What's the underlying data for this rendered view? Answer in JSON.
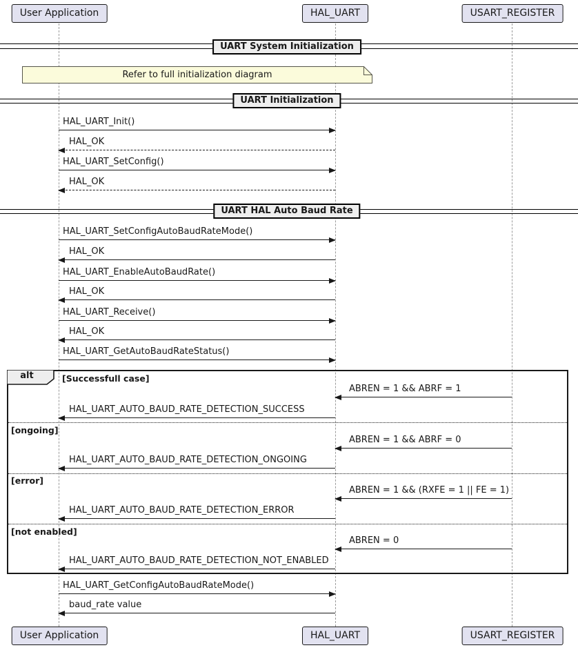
{
  "colors": {
    "participant_fill": "#E2E2F0",
    "divider_fill": "#EEEEEE",
    "note_fill": "#FBFBDB",
    "line_color": "#181818"
  },
  "participants": [
    "User Application",
    "HAL_UART",
    "USART_REGISTER"
  ],
  "dividers": [
    "UART System Initialization",
    "UART Initialization",
    "UART HAL Auto Baud Rate"
  ],
  "note": {
    "text": "Refer to full initialization diagram"
  },
  "alt": {
    "operator": "alt",
    "cases": [
      "[Successfull case]",
      "[ongoing]",
      "[error]",
      "[not enabled]"
    ]
  },
  "messages": [
    {
      "label": "HAL_UART_Init()",
      "from": "User Application",
      "to": "HAL_UART",
      "line": "solid"
    },
    {
      "label": "HAL_OK",
      "from": "HAL_UART",
      "to": "User Application",
      "line": "dashed"
    },
    {
      "label": "HAL_UART_SetConfig()",
      "from": "User Application",
      "to": "HAL_UART",
      "line": "solid"
    },
    {
      "label": "HAL_OK",
      "from": "HAL_UART",
      "to": "User Application",
      "line": "dashed"
    },
    {
      "label": "HAL_UART_SetConfigAutoBaudRateMode()",
      "from": "User Application",
      "to": "HAL_UART",
      "line": "solid"
    },
    {
      "label": "HAL_OK",
      "from": "HAL_UART",
      "to": "User Application",
      "line": "solid"
    },
    {
      "label": "HAL_UART_EnableAutoBaudRate()",
      "from": "User Application",
      "to": "HAL_UART",
      "line": "solid"
    },
    {
      "label": "HAL_OK",
      "from": "HAL_UART",
      "to": "User Application",
      "line": "solid"
    },
    {
      "label": "HAL_UART_Receive()",
      "from": "User Application",
      "to": "HAL_UART",
      "line": "solid"
    },
    {
      "label": "HAL_OK",
      "from": "HAL_UART",
      "to": "User Application",
      "line": "solid"
    },
    {
      "label": "HAL_UART_GetAutoBaudRateStatus()",
      "from": "User Application",
      "to": "HAL_UART",
      "line": "solid"
    },
    {
      "label": "ABREN = 1 && ABRF = 1",
      "from": "USART_REGISTER",
      "to": "HAL_UART",
      "line": "solid"
    },
    {
      "label": "HAL_UART_AUTO_BAUD_RATE_DETECTION_SUCCESS",
      "from": "HAL_UART",
      "to": "User Application",
      "line": "solid"
    },
    {
      "label": "ABREN = 1 && ABRF = 0",
      "from": "USART_REGISTER",
      "to": "HAL_UART",
      "line": "solid"
    },
    {
      "label": "HAL_UART_AUTO_BAUD_RATE_DETECTION_ONGOING",
      "from": "HAL_UART",
      "to": "User Application",
      "line": "solid"
    },
    {
      "label": "ABREN = 1 && (RXFE = 1 || FE = 1)",
      "from": "USART_REGISTER",
      "to": "HAL_UART",
      "line": "solid"
    },
    {
      "label": "HAL_UART_AUTO_BAUD_RATE_DETECTION_ERROR",
      "from": "HAL_UART",
      "to": "User Application",
      "line": "solid"
    },
    {
      "label": "ABREN = 0",
      "from": "USART_REGISTER",
      "to": "HAL_UART",
      "line": "solid"
    },
    {
      "label": "HAL_UART_AUTO_BAUD_RATE_DETECTION_NOT_ENABLED",
      "from": "HAL_UART",
      "to": "User Application",
      "line": "solid"
    },
    {
      "label": "HAL_UART_GetConfigAutoBaudRateMode()",
      "from": "User Application",
      "to": "HAL_UART",
      "line": "solid"
    },
    {
      "label": "baud_rate value",
      "from": "HAL_UART",
      "to": "User Application",
      "line": "solid"
    }
  ]
}
